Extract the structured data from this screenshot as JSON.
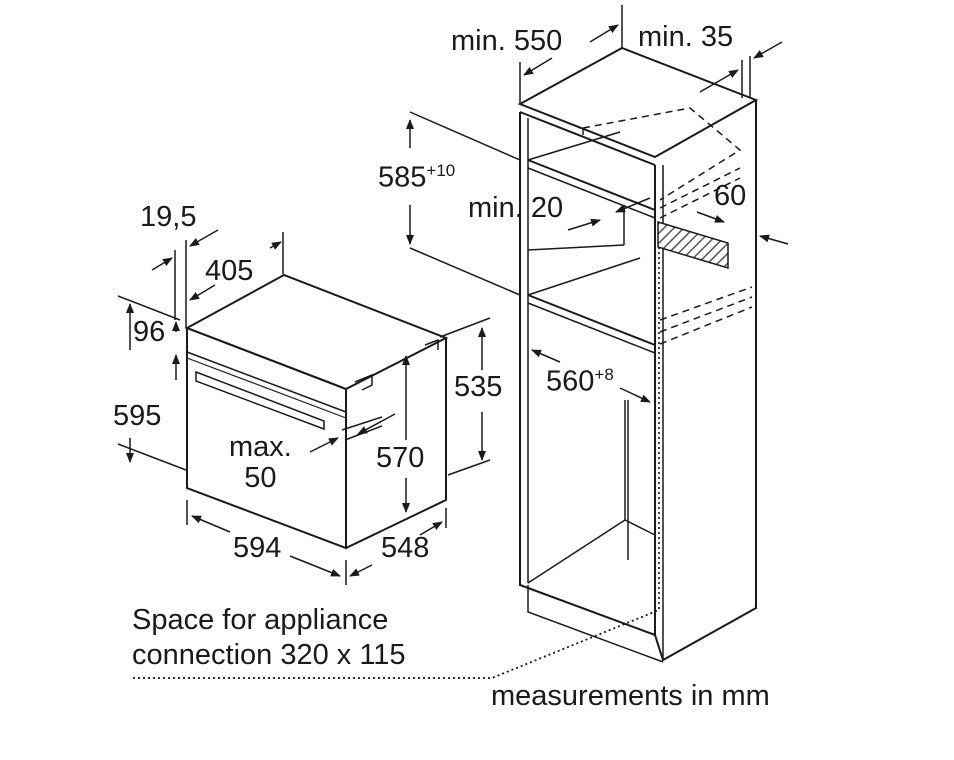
{
  "labels": {
    "min_550": "min. 550",
    "min_35": "min. 35",
    "d_585": "585",
    "d_585_tol": "+10",
    "min_20": "min. 20",
    "d_60": "60",
    "d_19_5": "19,5",
    "d_405": "405",
    "d_96": "96",
    "d_595": "595",
    "d_535": "535",
    "d_560": "560",
    "d_560_tol": "+8",
    "max_50": "max.\n50",
    "d_570": "570",
    "d_594": "594",
    "d_548": "548",
    "space_note": "Space for appliance\nconnection 320 x 115",
    "units_note": "measurements in mm"
  },
  "colors": {
    "line": "#1a1a1a",
    "hatch": "#555555"
  }
}
